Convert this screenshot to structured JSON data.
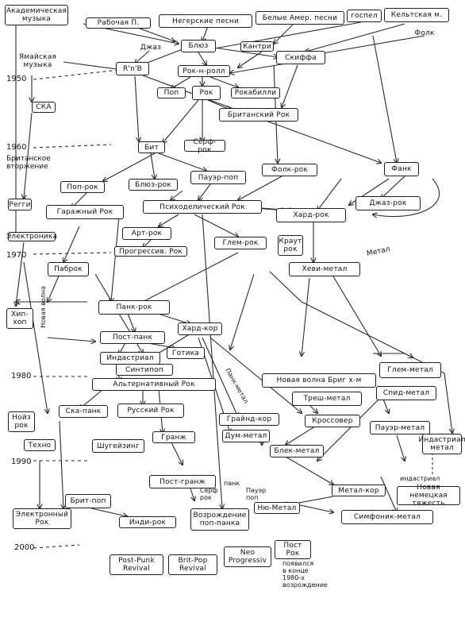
{
  "years": {
    "y1950": "1950",
    "y1960": "1960",
    "y1970": "1970",
    "y1980": "1980",
    "y1990": "1990",
    "y2000": "2000"
  },
  "nodes": {
    "academic": "Академическая\nмузыка",
    "working": "Рабочая П.",
    "negro": "Негерские песни",
    "white": "Белые Амер. песни",
    "gospel": "госпел",
    "celtic": "Кельтская м.",
    "folk": "Фолк",
    "jazz": "Джаз",
    "blues": "Блюз",
    "country": "Кантри",
    "skiffle": "Скиффа",
    "jamaican": "Ямайская\nмузыка",
    "rnb": "R'n'B",
    "rocknroll": "Рок-н-ролл",
    "pop": "Поп",
    "rock": "Рок",
    "rockabilly": "Рокабилли",
    "britrock": "Британский Рок",
    "ska": "СКА",
    "beat": "Бит",
    "surf": "Сёрф-рок",
    "poprock": "Поп-рок",
    "bluesrock": "Блюз-рок",
    "powerpop": "Пауэр-поп",
    "folkrock": "Фолк-рок",
    "funk": "Фанк",
    "reggae": "Регги",
    "garage": "Гаражный Рок",
    "psych": "Психоделический Рок",
    "hardrock": "Хард-рок",
    "jazzrock": "Джаз-рок",
    "electronics": "Электроника",
    "artrock": "Арт-рок",
    "progrock": "Прогрессив. Рок",
    "glamrock": "Глем-рок",
    "kraut": "Краут\nрок",
    "heavymetal": "Хеви-метал",
    "pubrock": "Паброк",
    "hiphop": "Хип-\nхоп",
    "punk": "Панк-рок",
    "postpunk": "Пост-панк",
    "hardcore": "Хард-кор",
    "industrial": "Индастриал",
    "gothic": "Готика",
    "synthpop": "Синтипоп",
    "alternative": "Альтернативный Рок",
    "nwobhm": "Новая волна Бриг х-м",
    "glammetal": "Глем-метал",
    "noise": "Нойз\nрок",
    "skapunk": "Ска-панк",
    "russian": "Русский Рок",
    "thrash": "Треш-метал",
    "speed": "Спид-метал",
    "grindcore": "Грайнд-кор",
    "doom": "Дум-метал",
    "crossover": "Кроссовер",
    "techno": "Техно",
    "shoegaze": "Шугейзинг",
    "grunge": "Гранж",
    "blackmetal": "Блек-метал",
    "powermetal": "Пауэр-метал",
    "indmetal": "Индастриал\nметал",
    "postgrunge": "Пост-гранж",
    "metalcore": "Метал-кор",
    "britpop": "Брит-поп",
    "numetal": "Ню-Метал",
    "newgerman": "Новая немецкая\nтяжесть",
    "elrock": "Электронный\nРок",
    "indie": "Инди-рок",
    "poppunk": "Возрождение\nпоп-панка",
    "symphonic": "Симфоник-метал",
    "pprevival": "Post-Punk\nRevival",
    "bprevival": "Brit-Pop\nRevival",
    "neoprog": "Neo\nProgressiv",
    "postrock": "Пост\nРок"
  },
  "labels": {
    "brit_invasion": "Британское\nвторжение",
    "new_wave": "Новая волна",
    "metal": "Метал",
    "punk_metal": "Панк-метал",
    "surf_rock_small": "Серф\nрок",
    "punk_small": "панк",
    "power_pop_small": "Пауэр\nпоп",
    "industrial_small": "индастриал",
    "postrock_note": "появился\nв конце\n1980-х\nвозрождение"
  }
}
